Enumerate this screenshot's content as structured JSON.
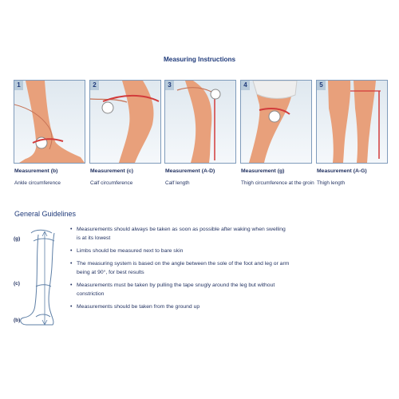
{
  "page": {
    "title": "Measuring Instructions"
  },
  "steps": [
    {
      "number": "1",
      "title": "Measurement (b)",
      "description": "Ankle circumference"
    },
    {
      "number": "2",
      "title": "Measurement (c)",
      "description": "Calf circumference"
    },
    {
      "number": "3",
      "title": "Measurement (A-D)",
      "description": "Calf length"
    },
    {
      "number": "4",
      "title": "Measurement (g)",
      "description": "Thigh circumference at the groin"
    },
    {
      "number": "5",
      "title": "Measurement (A-G)",
      "description": "Thigh length"
    }
  ],
  "guidelines": {
    "title": "General Guidelines",
    "diagram_labels": [
      "(g)",
      "(c)",
      "(b)"
    ],
    "items": [
      "Measurements should always be taken as soon as possible after waking when swelling is at its lowest",
      "Limbs should be measured next to bare skin",
      "The measuring system is based on the angle between the sole of the foot and leg or arm being at 90°, for best results",
      "Measurements must be taken by pulling the tape snugly around the leg but without constriction",
      "Measurements should be taken from the ground up"
    ]
  },
  "colors": {
    "title": "#1f3a7a",
    "text": "#1f2f5f",
    "tape": "#d23b3b",
    "skin": "#e8a07b"
  }
}
